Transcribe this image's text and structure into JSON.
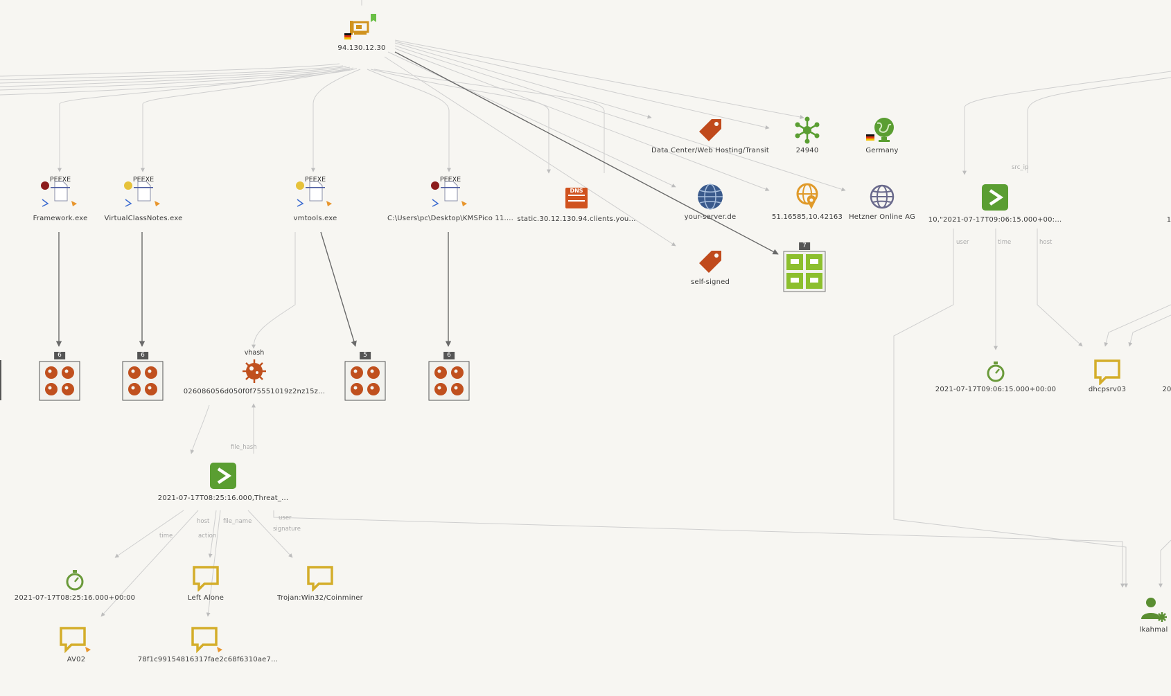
{
  "nodes": {
    "ip": {
      "label": "94.130.12.30"
    },
    "framework": {
      "type_label": "PEEXE",
      "label": "Framework.exe"
    },
    "virtualclass": {
      "type_label": "PEEXE",
      "label": "VirtualClassNotes.exe"
    },
    "vmtools": {
      "type_label": "PEEXE",
      "label": "vmtools.exe"
    },
    "kmspico": {
      "type_label": "PEEXE",
      "label": "C:\\Users\\pc\\Desktop\\KMSPico 11...."
    },
    "dns": {
      "label": "static.30.12.130.94.clients.you..."
    },
    "tag_dc": {
      "label": "Data Center/Web Hosting/Transit"
    },
    "asn": {
      "label": "24940"
    },
    "country": {
      "label": "Germany"
    },
    "server": {
      "label": "your-server.de"
    },
    "geo": {
      "label": "51.16585,10.42163"
    },
    "org": {
      "label": "Hetzner Online AG"
    },
    "tag_ss": {
      "label": "self-signed"
    },
    "group_net": {
      "count": "7"
    },
    "event_right": {
      "label": "10,\"2021-07-17T09:06:15.000+00:..."
    },
    "time_right": {
      "label": "2021-07-17T09:06:15.000+00:00"
    },
    "dhcp": {
      "label": "dhcpsrv03"
    },
    "group_a": {
      "count": "6"
    },
    "group_b": {
      "count": "6"
    },
    "vhash": {
      "type_label": "vhash",
      "label": "026086056d050f0f75551019z2nz15z..."
    },
    "group_c": {
      "count": "5"
    },
    "group_d": {
      "count": "6"
    },
    "event_main": {
      "label": "2021-07-17T08:25:16.000,Threat_..."
    },
    "time_main": {
      "label": "2021-07-17T08:25:16.000+00:00"
    },
    "left_alone": {
      "label": "Left Alone"
    },
    "trojan": {
      "label": "Trojan:Win32/Coinminer"
    },
    "av02": {
      "label": "AV02"
    },
    "hash78": {
      "label": "78f1c99154816317fae2c68f6310ae7..."
    },
    "user": {
      "label": "lkahmal"
    },
    "edge_right_partial": {
      "label": "1"
    },
    "edge_dhcp_partial": {
      "label": "20"
    }
  },
  "edge_labels": {
    "src_ip": "src_ip",
    "user_r": "user",
    "time_r": "time",
    "host_r": "host",
    "file_hash": "file_hash",
    "host": "host",
    "time": "time",
    "action": "action",
    "file_name": "file_name",
    "user": "user",
    "signature": "signature"
  },
  "colors": {
    "background": "#f7f6f2",
    "edge": "#c8c8c8",
    "edge_dark": "#6a6a6a",
    "green_event": "#5a9e32",
    "orange_tag": "#c04a1c",
    "virus": "#c0501e",
    "yellow_comment": "#d4ad2a",
    "globe_blue": "#3a5a8c",
    "dark_red_dot": "#8c1c1c",
    "yellow_dot": "#e6c23a"
  },
  "icons": {
    "ip": "network-card-icon",
    "pe": "file-icon",
    "tag": "tag-icon",
    "asn": "network-hub-icon",
    "country": "globe-icon",
    "dns": "dns-server-icon",
    "geo": "geo-globe-icon",
    "org": "org-globe-icon",
    "virus": "virus-icon",
    "event": "event-prompt-icon",
    "time": "stopwatch-icon",
    "comment": "comment-icon",
    "user": "user-gear-icon"
  }
}
